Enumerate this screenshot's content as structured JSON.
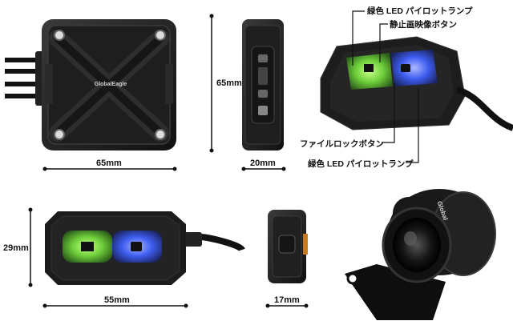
{
  "main_unit": {
    "brand": "GlobalEagle",
    "width_label": "65mm",
    "height_label": "65mm",
    "side_width_label": "20mm"
  },
  "switch_box": {
    "callouts": {
      "green_led": "緑色 LED パイロットランプ",
      "still_image_button": "静止画映像ボタン",
      "file_lock_button": "ファイルロックボタン",
      "blue_led": "緑色 LED パイロットランプ"
    },
    "width_label": "55mm",
    "height_label": "29mm",
    "side_width_label": "17mm"
  },
  "camera": {
    "brand": "Global"
  },
  "colors": {
    "body": "#1c1c1c",
    "green_led": "#7bd84a",
    "blue_led": "#3d5df0"
  }
}
